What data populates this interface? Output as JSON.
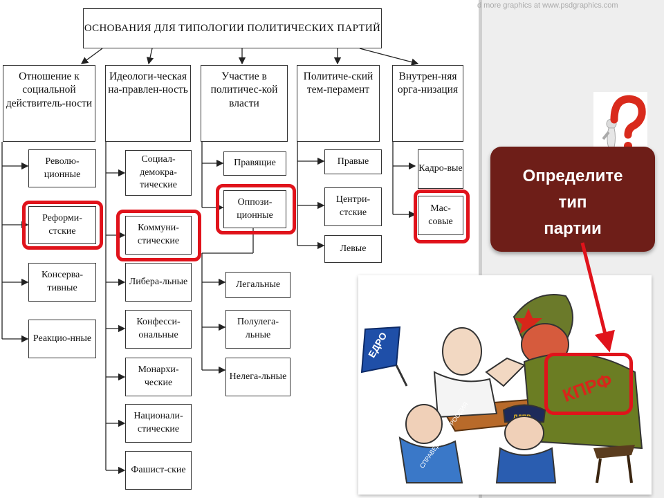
{
  "title": "ОСНОВАНИЯ ДЛЯ ТИПОЛОГИИ ПОЛИТИЧЕСКИХ ПАРТИЙ",
  "watermark": "d more graphics at www.psdgraphics.com",
  "columns": [
    {
      "header": "Отношение к социальной действитель-ности",
      "items": [
        "Револю-ционные",
        "Реформи-стские",
        "Консерва-тивные",
        "Реакцио-нные"
      ]
    },
    {
      "header": "Идеологи-ческая на-правлен-ность",
      "items": [
        "Социал-демокра-тические",
        "Коммуни-стические",
        "Либера-льные",
        "Конфесси-ональные",
        "Монархи-ческие",
        "Национали-стические",
        "Фашист-ские"
      ]
    },
    {
      "header": "Участие в политичес-кой власти",
      "items": [
        "Правящие",
        "Оппози-ционные"
      ],
      "extra_items": [
        "Легальные",
        "Полулега-льные",
        "Нелега-льные"
      ]
    },
    {
      "header": "Политиче-ский тем-перамент",
      "items": [
        "Правые",
        "Центри-стские",
        "Левые"
      ]
    },
    {
      "header": "Внутрен-няя орга-низация",
      "items": [
        "Кадро-вые",
        "Мас-совые"
      ]
    }
  ],
  "callout": {
    "lines": [
      "Определите",
      "тип",
      "партии"
    ]
  },
  "cartoon": {
    "flag_text": "ЕДРО",
    "sash_text": "СПРАВЕДЛИВАЯ РОССИЯ",
    "cap_text": "ЛДПР",
    "shirt_text": "КПРФ"
  },
  "colors": {
    "highlight": "#e0131b",
    "callout_bg": "#6e1e18",
    "panel_bg": "#eeeeee"
  }
}
